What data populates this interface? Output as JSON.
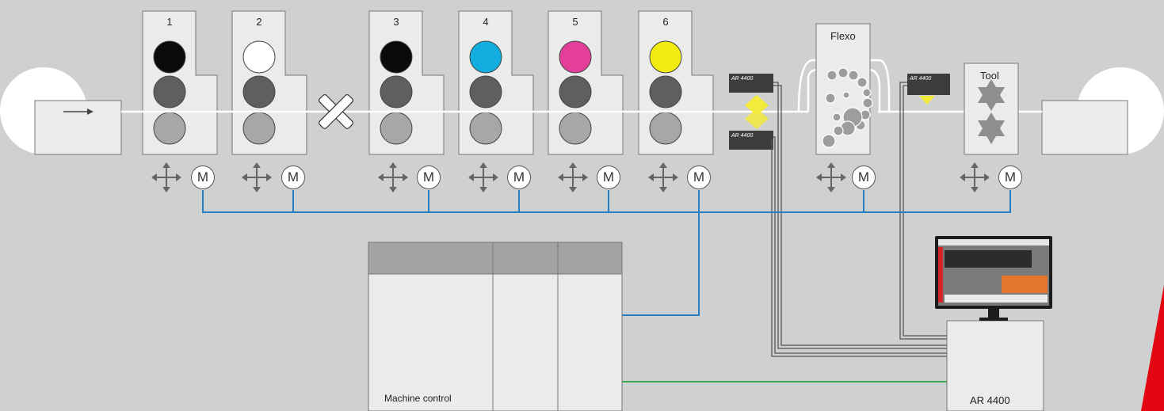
{
  "units": [
    {
      "label": "1",
      "top_color": "#0a0a0a"
    },
    {
      "label": "2",
      "top_color": "#ffffff"
    },
    {
      "label": "3",
      "top_color": "#0a0a0a"
    },
    {
      "label": "4",
      "top_color": "#12aee0"
    },
    {
      "label": "5",
      "top_color": "#e33f9a"
    },
    {
      "label": "6",
      "top_color": "#f4eb12"
    }
  ],
  "flexo_label": "Flexo",
  "tool_label": "Tool",
  "motor_label": "M",
  "sensor_label": "AR 4400",
  "machine_control_label": "Machine control",
  "ar4400_label": "AR 4400",
  "colors": {
    "background": "#cfd0d0",
    "panel": "#ebebeb",
    "roller_mid": "#5f5f5f",
    "roller_low": "#a7a7a7",
    "bus_line": "#2a7fc4",
    "ethernet_line": "#3aaa55",
    "sensor_light": "#f2ea3c",
    "accent": "#e30613"
  }
}
